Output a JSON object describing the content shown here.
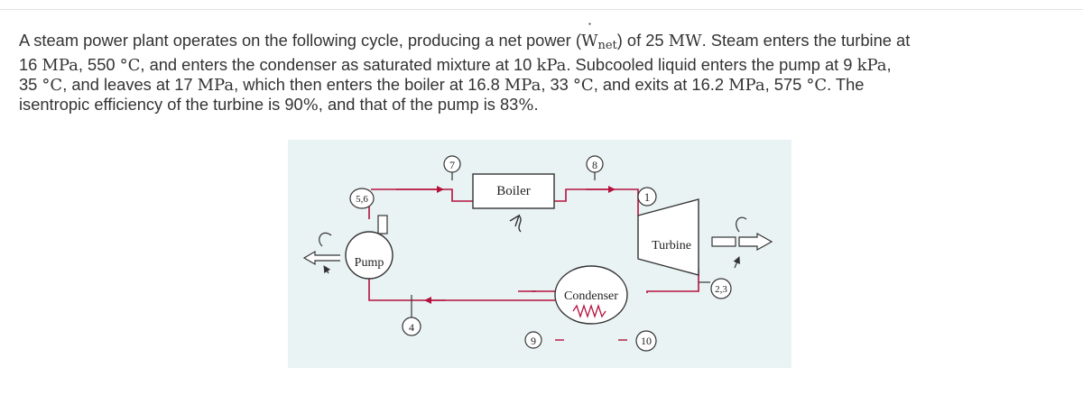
{
  "problem": {
    "p1": "A steam power plant operates on the following cycle, producing a net power (",
    "w_symbol": "W",
    "w_sub": "net",
    "p2": ") of 25 ",
    "u_mw": "MW",
    "p3": ". Steam enters the turbine at",
    "p4": "16 ",
    "u_mpa_1": "MPa",
    "p5": ", 550 ",
    "u_c_1": "°C",
    "p6": ", and enters the condenser as saturated mixture at 10 ",
    "u_kpa_1": "kPa",
    "p7": ". Subcooled liquid enters the pump at 9 ",
    "u_kpa_2": "kPa",
    "p8": ",",
    "p9": "35 ",
    "u_c_2": "°C",
    "p10": ", and leaves at 17 ",
    "u_mpa_2": "MPa",
    "p11": ", which then enters the boiler at 16.8 ",
    "u_mpa_3": "MPa",
    "p12": ", 33 ",
    "u_c_3": "°C",
    "p13": ", and exits at 16.2 ",
    "u_mpa_4": "MPa",
    "p14": ", 575 ",
    "u_c_4": "°C",
    "p15": ". The",
    "p16": "isentropic efficiency of the turbine is 90",
    "u_pct_1": "%",
    "p17": ", and that of the pump is 83",
    "u_pct_2": "%",
    "p18": "."
  },
  "diagram": {
    "boiler": "Boiler",
    "turbine": "Turbine",
    "condenser": "Condenser",
    "pump": "Pump",
    "states": {
      "s1": "1",
      "s23": "2,3",
      "s4": "4",
      "s56": "5,6",
      "s7": "7",
      "s8": "8",
      "s9": "9",
      "s10": "10"
    },
    "colors": {
      "pipe": "#b5123e",
      "outline": "#333333",
      "background": "#e9f3f4"
    }
  }
}
